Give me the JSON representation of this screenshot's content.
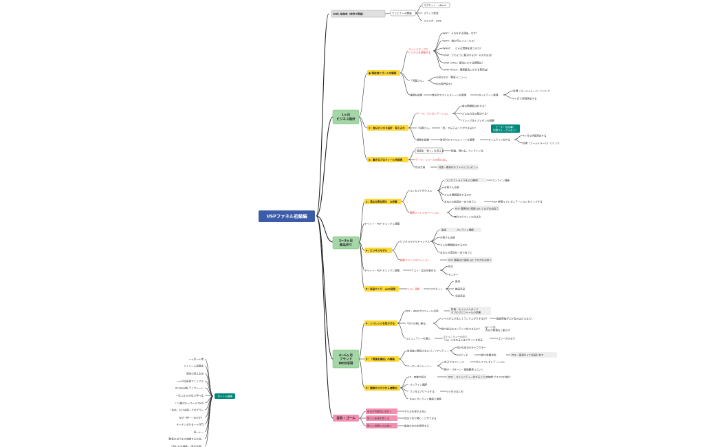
{
  "root": "USPファネル初級編",
  "top": {
    "label": "お試し勉強会（定例で開催）",
    "sub": "ウェビナーの開催",
    "children": [
      "マグネット　eBook",
      "ステップ配信",
      "メルマガ・LINE"
    ]
  },
  "m1": {
    "label": "1ヶ月\nビジネス設計",
    "a": {
      "label": "● 現在地とゴールの確認",
      "mm": "マインドマップで\nビジネスを俯瞰する",
      "mm_children": [
        "WHY：それをする理由。なぜ？",
        "WHO：誰の何にフォーカス？",
        "WHAT：　どんな問題を扱うのか？",
        "HOW：どのように解決するか？その方法は？",
        "HOW LONG：解決にかかる期間は？",
        "HOW MUCH：問題解決にかかる費用は？"
      ],
      "gift": "「何屋さん」",
      "gift_children": [
        "お役立ちの「看板メニュー」",
        "何の専門家か？"
      ],
      "goal": "課題を認識",
      "goal2": "時系列でマイルストーンを整理",
      "goal3": "タイムライン整理",
      "goal_children": [
        "目標（ゴールイメージ）とリンク",
        "4ヶ月で評価測定する"
      ]
    },
    "b": {
      "label": "1：自分ビジネス設計　見えるか",
      "theme": "テーマ：プレゼンテーション",
      "theme_children": [
        "誰の問題解決をする？",
        "どんな方法で解決する？",
        "プレップ法＋プレゼンの概要"
      ],
      "nani": "「何屋さん」",
      "nani2": "「型」で伝えることができるか？",
      "kadai": "課題を認識",
      "kadai2": "時系列でマイルストーンを整理",
      "kadai3": "タイムラインを作る",
      "teal": "テーマ：独る舞？\n何屋さん・どんな人？",
      "kadai_children": [
        "4ヶ月で評価測定する",
        "目標（ゴールイメージ）とリンク"
      ]
    },
    "c": {
      "label": "2：働きるプロフィール作成術",
      "hi": "価値を「書く」を見える",
      "hi2": "稼業、得れる、オンライン化",
      "theme": "テーマ：リリースの見い出し",
      "out": "自分年表",
      "out2": "特典・無料PDFファイルプレゼント"
    }
  },
  "m2": {
    "label": "2〜3ヶ月\n商品作り",
    "a": {
      "label": "3：見込み客を探せ　大作戦",
      "concept": "コンセプト作りスル",
      "concept_children": [
        "コンセプトメイクをより鮮明",
        "お客さんは誰",
        "どんな問題解決するのか",
        "あなたの製品を一言で言うと"
      ],
      "concept_side1": "オンライン講座",
      "concept_side2": "USP 鮮度でプレゼンテーションをアップする",
      "bonus": "顧客ファンとのベーション",
      "bonus_children": [
        "PDF 顧客向け導線 ppt クロがれ出会う",
        "無料マグネットの仕込み"
      ]
    },
    "chat1": "チャット・PDF チェックと調整",
    "b": {
      "label": "4：ビジネスモデル",
      "model": "ビジネスモデルキャンバス",
      "model_children": [
        "製品",
        "お客さんは誰",
        "どんな問題解決するのか",
        "あなたの商品を一言で言うと"
      ],
      "model_side": "オンライン講座",
      "bonus": "顧客ファンとのベーション",
      "bonus2": "PDF 顧客向け導線 ppt クロがれ出会う"
    },
    "chat2": "チャット・PDF チェックと調整",
    "chat2b": "テスト・反応を集める",
    "chat2_children": [
      "修正",
      "モニター"
    ],
    "c": {
      "label": "5：商品づくり　web活用",
      "list": "リスト活着",
      "list2": "マグネット",
      "list_children": [
        "教材",
        "動画商品",
        "収益商品"
      ]
    }
  },
  "m3": {
    "label": "4〜6ヶ月\nブランド\nWEB活用",
    "a": {
      "label": "4：レバレッジを効かせる",
      "pdf": "PDF・WEBプロフィール活用",
      "pdf_side": "特典・オリジナルガイド\nオフのプロフィールの準備",
      "hito": "「巨人の肩に乗る」",
      "hito_children": [
        "レベルが上がると１ランク上がりするか？",
        "取り組みはコンテンツ化できるか？"
      ],
      "hito_side1": "取組実施が上がるのはどんな人？",
      "hito_side2": "ゆーぺ式、\n自分が無理なく動かす",
      "comm": "コミュニティーを選ぶ",
      "comm2": "コミュニティーの中で\n「sp」になれるにはデザインを知る",
      "comm3": "ゴリーダのなり"
    },
    "b": {
      "label": "5：「売価を構成」の推進",
      "story": "自身像に関係されたパーソナリティー",
      "story_children": [
        "自分な自分のキャラクター",
        "2分ピッチ"
      ],
      "story_side": "鏡で書籍化版",
      "story_side2": "PDF・図適セミナ企画打合せ",
      "hero": "ヒーローズジャーニー",
      "hero_children": [
        "自己プロフィール",
        "鋳き・パターン・価値観使っていく"
      ],
      "hero_side": "セルフプレゼンテーション"
    },
    "c": {
      "label": "6：聴者のスタスから自動化",
      "cm": "LP・自動が続ぎ",
      "cm2": "PDF・コミュニティー化することの利点",
      "cm3": "サブスクの仕掛け",
      "cm_children": [
        "オンライン講座",
        "ラン化でアピールする",
        "Base オンライン講座と連携"
      ],
      "cm_side": "3ヶ月のまとめ"
    }
  },
  "m4": {
    "label": "目的・ゴール",
    "items": [
      "自分が可能性に気付く",
      "新しい未来を想じる",
      "新しい仲間との出会い"
    ],
    "sides": [
      "やり方を探すよ良い",
      "自分で切り開くことができる",
      "最後の仕方を発明する"
    ]
  },
  "left": {
    "label": "タイトル候補",
    "items": [
      "一ヶ足一ヶ歳",
      "パトリーム実務術",
      "意味の見える化",
      "一ヶ月企画書マニュアル",
      "Kindle出版 テンプレート",
      "一日二分で30年で学べる",
      "ハリ雅のキーワード7000",
      "「先生」だけ出版ープログラム",
      "なぜ一時一一なのか？",
      "キッチンのかる一ヶ月門",
      "低一ヶ一",
      "「教室のはうまさ成績する方法」",
      "「売れる本通報」（単行並用）"
    ]
  },
  "colors": {
    "root": "#3c5ba9",
    "top": "#e0e0e0",
    "green": "#a5d6a7",
    "yellow": "#fdd835",
    "pink": "#f48fb1",
    "teal": "#00897b",
    "red": "#e53935",
    "side": "#eeeeee"
  }
}
